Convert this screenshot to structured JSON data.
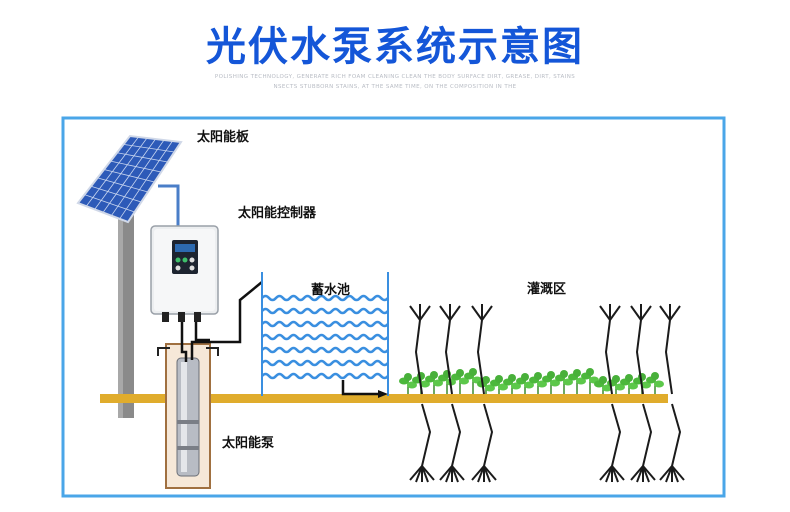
{
  "title": "光伏水泵系统示意图",
  "subtitle_line1": "POLISHING TECHNOLOGY, GENERATE RICH FOAM CLEANING CLEAN THE BODY SURFACE DIRT, GREASE, DIRT, STAINS",
  "subtitle_line2": "NSECTS STUBBORN STAINS, AT THE SAME TIME, ON THE COMPOSITION IN THE",
  "labels": {
    "solar_panel": "太阳能板",
    "controller": "太阳能控制器",
    "reservoir": "蓄水池",
    "irrigation": "灌溉区",
    "pump": "太阳能泵"
  },
  "colors": {
    "title": "#1456d8",
    "frame": "#4aa6e8",
    "ground": "#e0ac2c",
    "pipe": "#4a7ec8",
    "wave": "#3a8fe0",
    "plant": "#4cb83c"
  }
}
